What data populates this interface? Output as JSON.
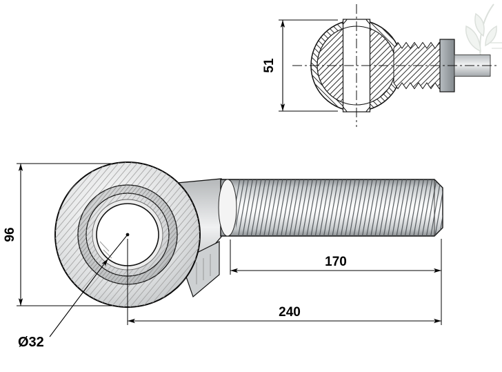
{
  "drawing": {
    "dimensions": {
      "section_height_mm": "51",
      "eye_diameter_mm": "96",
      "thread_length_mm": "170",
      "overall_length_mm": "240",
      "bore_diameter": "Ø32"
    },
    "colors": {
      "background": "#ffffff",
      "line": "#111111",
      "watermark": "#b9c2b9"
    }
  }
}
